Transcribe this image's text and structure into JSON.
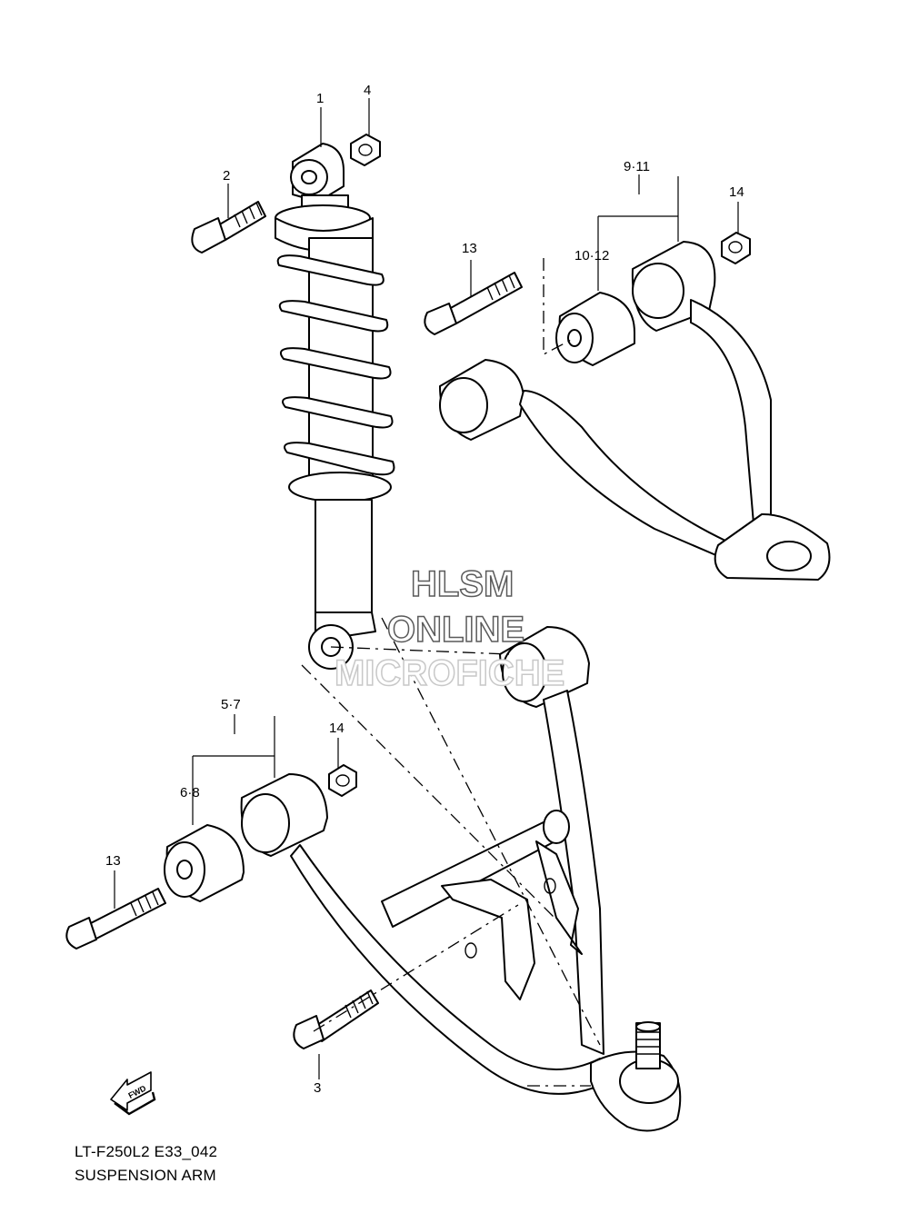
{
  "callouts": {
    "c1": "1",
    "c2": "2",
    "c3": "3",
    "c4": "4",
    "c5_7": "5·7",
    "c6_8": "6·8",
    "c9_11": "9·11",
    "c10_12": "10·12",
    "c13_upper": "13",
    "c13_lower": "13",
    "c14_upper": "14",
    "c14_lower": "14"
  },
  "watermark": {
    "line1": "HLSM",
    "line2": "ONLINE",
    "line3": "MICROFICHE"
  },
  "fwd_badge": "FWD",
  "footer": {
    "diagram_code": "LT-F250L2 E33_042",
    "title": "SUSPENSION ARM"
  }
}
